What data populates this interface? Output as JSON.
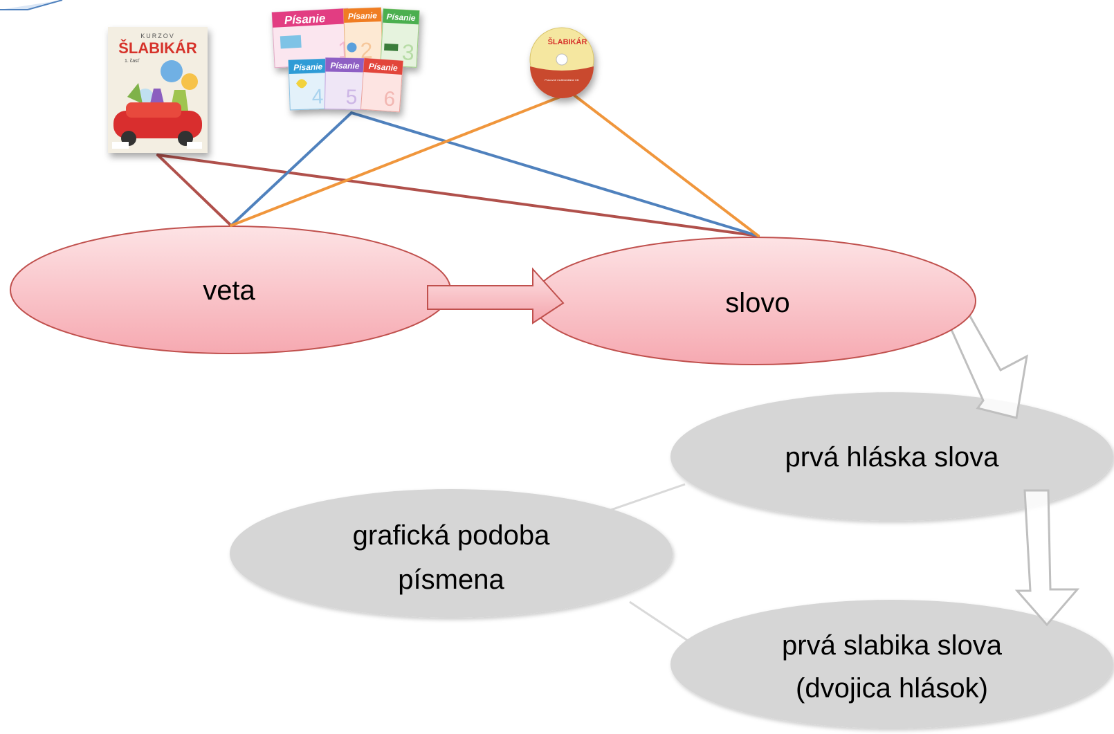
{
  "nodes": {
    "veta": {
      "label": "veta"
    },
    "slovo": {
      "label": "slovo"
    },
    "prva_hlaska": {
      "label": "prvá hláska slova"
    },
    "graficka_podoba": {
      "lines": [
        "grafická podoba",
        "písmena"
      ]
    },
    "prva_slabika": {
      "lines": [
        "prvá slabika slova",
        "(dvojica hlások)"
      ]
    }
  },
  "resources": {
    "slabikar_book": {
      "title": "ŠLABIKÁR",
      "series": "KURZOV",
      "part": "1. časť"
    },
    "pisanie_workbooks": {
      "title": "Písanie",
      "numbers": [
        "1",
        "2",
        "3",
        "4",
        "5",
        "6"
      ]
    },
    "cd": {
      "title": "ŠLABIKÁR",
      "caption": "Pracovné multimediálne CD"
    }
  },
  "colors": {
    "pink_node": "#f8b8bf",
    "pink_border": "#c0504d",
    "gray_node": "#d6d6d6",
    "line_red": "#b0504b",
    "line_blue": "#4f81bd",
    "line_orange": "#f0963c",
    "arrow_gray": "#bfbfbf",
    "callout_blue": "#4f81bd"
  }
}
